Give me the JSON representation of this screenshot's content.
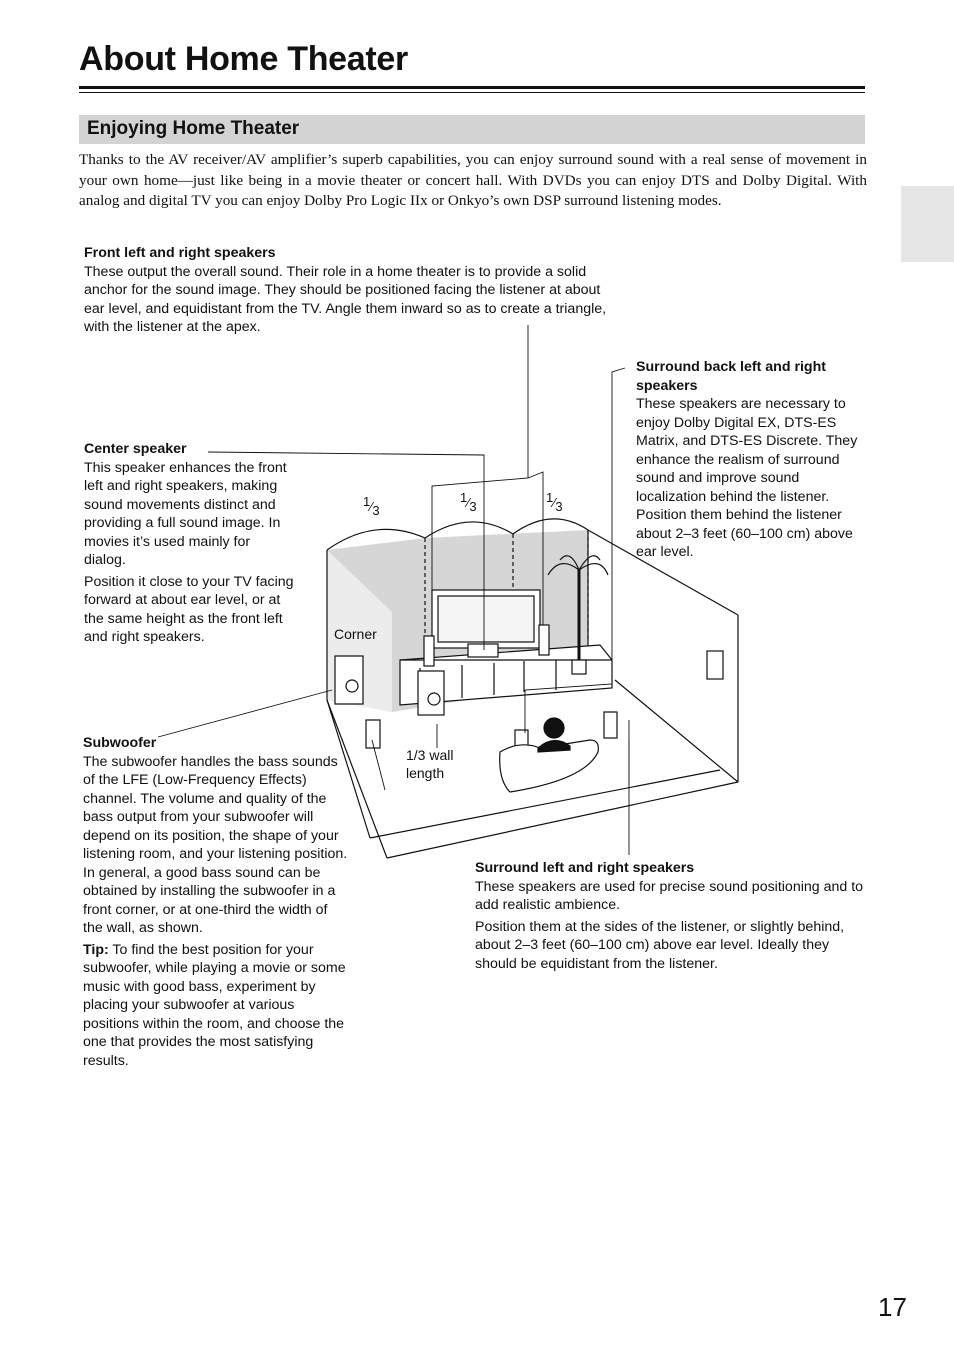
{
  "page": {
    "title": "About Home Theater",
    "section_title": "Enjoying Home Theater",
    "intro": "Thanks to the AV receiver/AV amplifier’s superb capabilities, you can enjoy surround sound with a real sense of movement in your own home—just like being in a movie theater or concert hall. With DVDs you can enjoy DTS and Dolby Digital. With analog and digital TV you can enjoy Dolby Pro Logic IIx or Onkyo’s own DSP surround listening modes.",
    "page_number": "17"
  },
  "front": {
    "heading": "Front left and right speakers",
    "body": "These output the overall sound. Their role in a home theater is to provide a solid anchor for the sound image. They should be positioned facing the listener at about ear level, and equidistant from the TV. Angle them inward so as to create a triangle, with the listener at the apex."
  },
  "center": {
    "heading": "Center speaker",
    "body1": "This speaker enhances the front left and right speakers, making sound movements distinct and providing a full sound image. In movies it’s used mainly for dialog.",
    "body2": "Position it close to your TV facing forward at about ear level, or at the same height as the front left and right speakers."
  },
  "surround_back": {
    "heading": "Surround back left and right speakers",
    "body": "These speakers are necessary to enjoy Dolby Digital EX, DTS-ES Matrix, and DTS-ES Discrete. They enhance the realism of surround sound and improve sound localization behind the listener. Position them behind the listener about 2–3 feet (60–100 cm) above ear level."
  },
  "subwoofer": {
    "heading": "Subwoofer",
    "body": "The subwoofer handles the bass sounds of the LFE (Low-Frequency Effects) channel. The volume and quality of the bass output from your subwoofer will depend on its position, the shape of your listening room, and your listening position. In general, a good bass sound can be obtained by installing the subwoofer in a front corner, or at one-third the width of the wall, as shown.",
    "tip_label": "Tip:",
    "tip": " To find the best position for your subwoofer, while playing a movie or some music with good bass, experiment by placing your subwoofer at various positions within the room, and choose the one that provides the most satisfying results."
  },
  "surround": {
    "heading": "Surround left and right speakers",
    "body1": "These speakers are used for precise sound positioning and to add realistic ambience.",
    "body2": "Position them at the sides of the listener, or slightly behind, about 2–3 feet (60–100 cm) above ear level. Ideally they should be equidistant from the listener."
  },
  "diagram": {
    "corner_label": "Corner",
    "wall_label_1": "1/3 wall",
    "wall_label_2": "length",
    "fraction_num": "1",
    "fraction_den": "3"
  }
}
